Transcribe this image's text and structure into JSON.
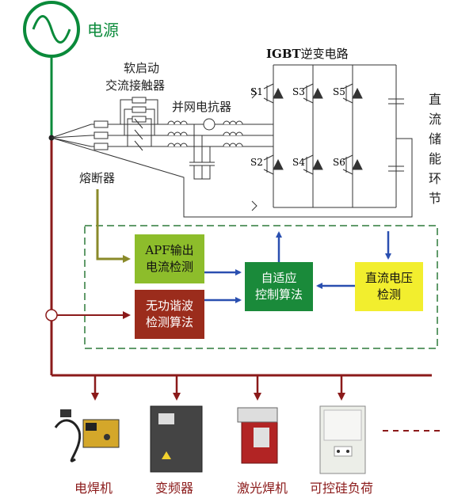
{
  "labels": {
    "power": "电源",
    "soft_start": "软启动",
    "ac_contactor": "交流接触器",
    "grid_reactor": "并网电抗器",
    "igbt_bold": "IGBT",
    "igbt_rest": "逆变电路",
    "fuse": "熔断器",
    "dc_storage": "直流储能环节",
    "switches": [
      "S1",
      "S2",
      "S3",
      "S4",
      "S5",
      "S6"
    ]
  },
  "blocks": {
    "apf": "APF输出\n电流检测",
    "adaptive": "自适应\n控制算法",
    "dc_voltage": "直流电压\n检测",
    "harmonic": "无功谐波\n检测算法"
  },
  "loads": [
    {
      "label": "电焊机",
      "icon": "welder-icon"
    },
    {
      "label": "变频器",
      "icon": "inverter-icon"
    },
    {
      "label": "激光焊机",
      "icon": "laser-welder-icon"
    },
    {
      "label": "可控硅负荷",
      "icon": "thyristor-load-icon"
    }
  ],
  "colors": {
    "apf": "#8dbd2b",
    "adaptive": "#1a8a3a",
    "dc_voltage": "#f2ee2e",
    "harmonic": "#9b2c1c",
    "power_green": "#0a8a3a",
    "load_line": "#8b1a1a",
    "control_arrow": "#2a4fb0",
    "dashed_box": "#2d7a3a"
  }
}
